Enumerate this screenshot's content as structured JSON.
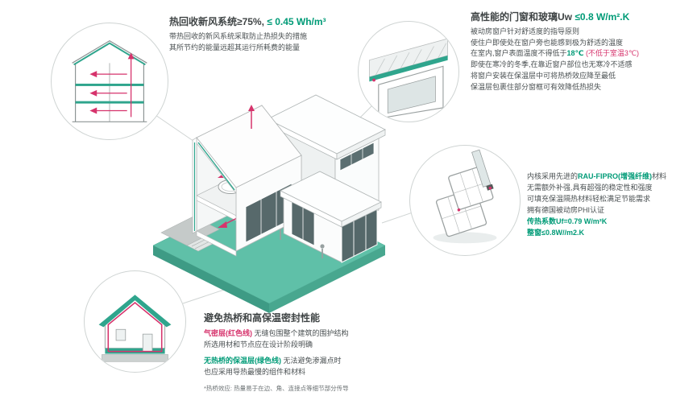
{
  "colors": {
    "accent_green_text": "#009B77",
    "accent_red": "#d6336c",
    "teal_drawing": "#2fa58d",
    "ground_teal": "#5FC0A8",
    "dark_text": "#3f4445"
  },
  "callout_ventilation": {
    "title_dark": "热回收新风系统≥75%,",
    "title_green": " ≤ 0.45 Wh/m³",
    "line1": "带热回收的新风系统采取防止热损失的措施",
    "line2": "其所节约的能量远超其运行所耗费的能量"
  },
  "callout_window": {
    "title_dark": "高性能的门窗和玻璃Uw ",
    "title_green": "≤0.8 W/m².K",
    "line1": "被动房窗户针对舒适度的指导原则",
    "line2": "使住户即使处在窗户旁也能感到极为舒适的温度",
    "line3a": "在室内,窗户表面温度不得低于",
    "line3b": "18℃",
    "line3c": " (不低于室温3℃)",
    "line4": "即使在寒冷的冬季,在靠近窗户部位也无寒冷不适感",
    "line5": "将窗户安装在保温层中可将热桥效应降至最低",
    "line6": "保温层包裹住部分窗框可有效降低热损失"
  },
  "callout_profile": {
    "line1a": "内核采用先进的",
    "line1b": "RAU-FIPRO(增强纤维)",
    "line1c": "材料",
    "line2": "无需额外补强,具有超强的稳定性和强度",
    "line3": "可填充保温隔热材料轻松满足节能需求",
    "line4": "拥有德国被动房PHI认证",
    "line5": "传热系数Uf=0.79 W/m²K",
    "line6": "整窗≤0.8W//m2.K"
  },
  "callout_envelope": {
    "title": "避免热桥和高保温密封性能",
    "line1a": "气密层(红色线)",
    "line1b": " 无缝包围整个建筑的围护结构",
    "line2": "所选用材和节点应在设计阶段明确",
    "line3a": "无热桥的保温层(绿色线)",
    "line3b": " 无法避免渗漏点时",
    "line4": "也应采用导热最慢的组件和材料",
    "footnote": "*热桥效应: 热量易于在边、角、连接点等细节部分传导"
  }
}
